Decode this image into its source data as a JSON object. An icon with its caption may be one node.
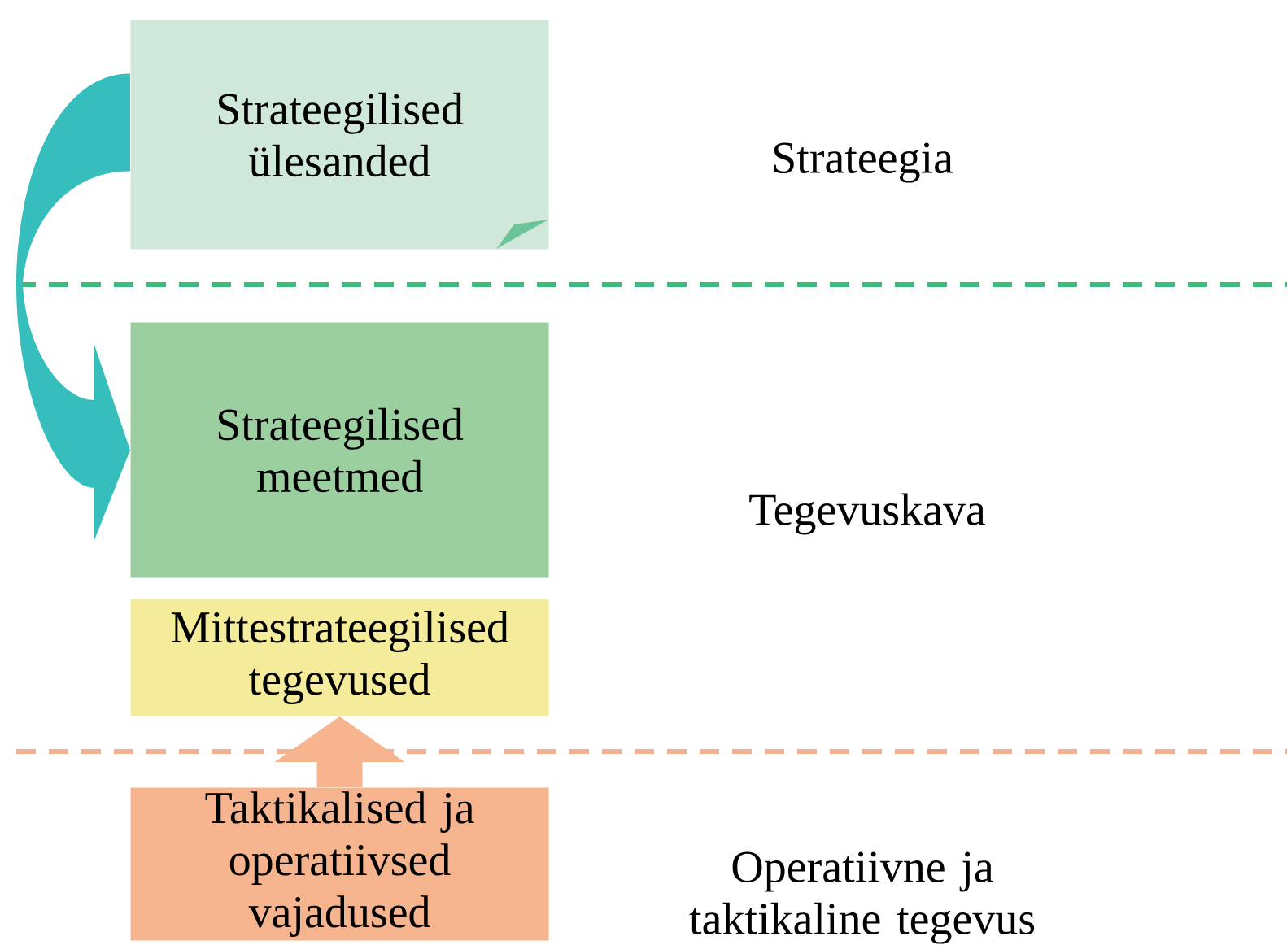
{
  "diagram": {
    "nodes": [
      {
        "text": [
          "Strateegilised ülesanded"
        ]
      },
      {
        "text": [
          "Strateegilised meetmed"
        ]
      },
      {
        "text": [
          "Mittestrateegilised tegevused"
        ]
      },
      {
        "text": [
          "Taktikalised ja operatiivsed vajadused"
        ]
      }
    ],
    "edges": [
      {
        "from": 0,
        "to": 1,
        "arrow": "to",
        "color": "#36bebd"
      },
      {
        "from": 3,
        "to": 2,
        "arrow": "to",
        "color": "#f8b48e"
      }
    ],
    "labels": [
      "Strateegia",
      "Tegevuskava",
      "Operatiivne ja taktikaline tegevus"
    ]
  }
}
